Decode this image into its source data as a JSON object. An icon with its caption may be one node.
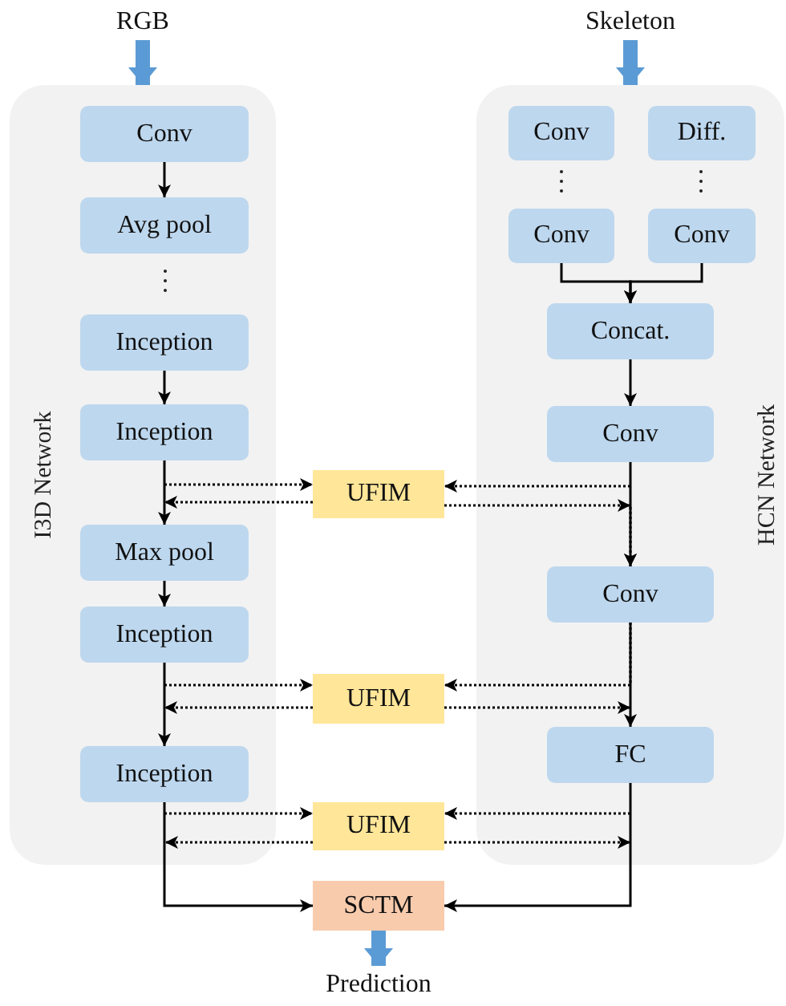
{
  "diagram": {
    "nodes": [
      {
        "text": [
          "RGB"
        ]
      },
      {
        "text": [
          "I3D Network"
        ]
      },
      {
        "text": [
          "Conv"
        ],
        "in": 1
      },
      {
        "text": [
          "Avg pool"
        ],
        "in": 1
      },
      {
        "text": [
          "Inception"
        ],
        "in": 1
      },
      {
        "text": [
          "Inception"
        ],
        "in": 1
      },
      {
        "text": [
          "Max pool"
        ],
        "in": 1
      },
      {
        "text": [
          "Inception"
        ],
        "in": 1
      },
      {
        "text": [
          "Inception"
        ],
        "in": 1
      },
      {
        "text": [
          "Skeleton"
        ]
      },
      {
        "text": [
          "HCN Network"
        ]
      },
      {
        "text": [
          "Conv"
        ],
        "in": 10
      },
      {
        "text": [
          "Diff."
        ],
        "in": 10
      },
      {
        "text": [
          "Conv"
        ],
        "in": 10
      },
      {
        "text": [
          "Conv"
        ],
        "in": 10
      },
      {
        "text": [
          "Concat."
        ],
        "in": 10
      },
      {
        "text": [
          "Conv"
        ],
        "in": 10
      },
      {
        "text": [
          "Conv"
        ],
        "in": 10
      },
      {
        "text": [
          "FC"
        ],
        "in": 10
      },
      {
        "text": [
          "UFIM"
        ]
      },
      {
        "text": [
          "UFIM"
        ]
      },
      {
        "text": [
          "UFIM"
        ]
      },
      {
        "text": [
          "SCTM"
        ]
      },
      {
        "text": [
          "Prediction"
        ]
      }
    ],
    "edges": [
      {
        "from": 0,
        "to": 1,
        "arrow": "to",
        "style": "thick",
        "color": "#5b9bd5"
      },
      {
        "from": 9,
        "to": 10,
        "arrow": "to",
        "style": "thick",
        "color": "#5b9bd5"
      },
      {
        "from": 2,
        "to": 3,
        "arrow": "to"
      },
      {
        "from": 4,
        "to": 5,
        "arrow": "to"
      },
      {
        "from": 5,
        "to": 6,
        "arrow": "to"
      },
      {
        "from": 6,
        "to": 7,
        "arrow": "to"
      },
      {
        "from": 7,
        "to": 8,
        "arrow": "to"
      },
      {
        "from": 13,
        "to": 15,
        "arrow": "to"
      },
      {
        "from": 14,
        "to": 15,
        "arrow": "to"
      },
      {
        "from": 15,
        "to": 16,
        "arrow": "to"
      },
      {
        "from": 16,
        "to": 17,
        "arrow": "to"
      },
      {
        "from": 17,
        "to": 18,
        "arrow": "to"
      },
      {
        "from": 5,
        "to": 19,
        "arrow": "to",
        "style": "dashed"
      },
      {
        "from": 19,
        "to": 6,
        "arrow": "to",
        "style": "dashed"
      },
      {
        "from": 16,
        "to": 19,
        "arrow": "to",
        "style": "dashed"
      },
      {
        "from": 19,
        "to": 17,
        "arrow": "to",
        "style": "dashed"
      },
      {
        "from": 7,
        "to": 20,
        "arrow": "to",
        "style": "dashed"
      },
      {
        "from": 20,
        "to": 8,
        "arrow": "to",
        "style": "dashed"
      },
      {
        "from": 17,
        "to": 20,
        "arrow": "to",
        "style": "dashed"
      },
      {
        "from": 20,
        "to": 18,
        "arrow": "to",
        "style": "dashed"
      },
      {
        "from": 8,
        "to": 21,
        "arrow": "to",
        "style": "dashed"
      },
      {
        "from": 21,
        "to": 1,
        "arrow": "to",
        "style": "dashed"
      },
      {
        "from": 18,
        "to": 21,
        "arrow": "to",
        "style": "dashed"
      },
      {
        "from": 21,
        "to": 10,
        "arrow": "to",
        "style": "dashed"
      },
      {
        "from": 8,
        "to": 22,
        "arrow": "to"
      },
      {
        "from": 18,
        "to": 22,
        "arrow": "to"
      },
      {
        "from": 22,
        "to": 23,
        "arrow": "to",
        "style": "thick",
        "color": "#5b9bd5"
      }
    ]
  }
}
